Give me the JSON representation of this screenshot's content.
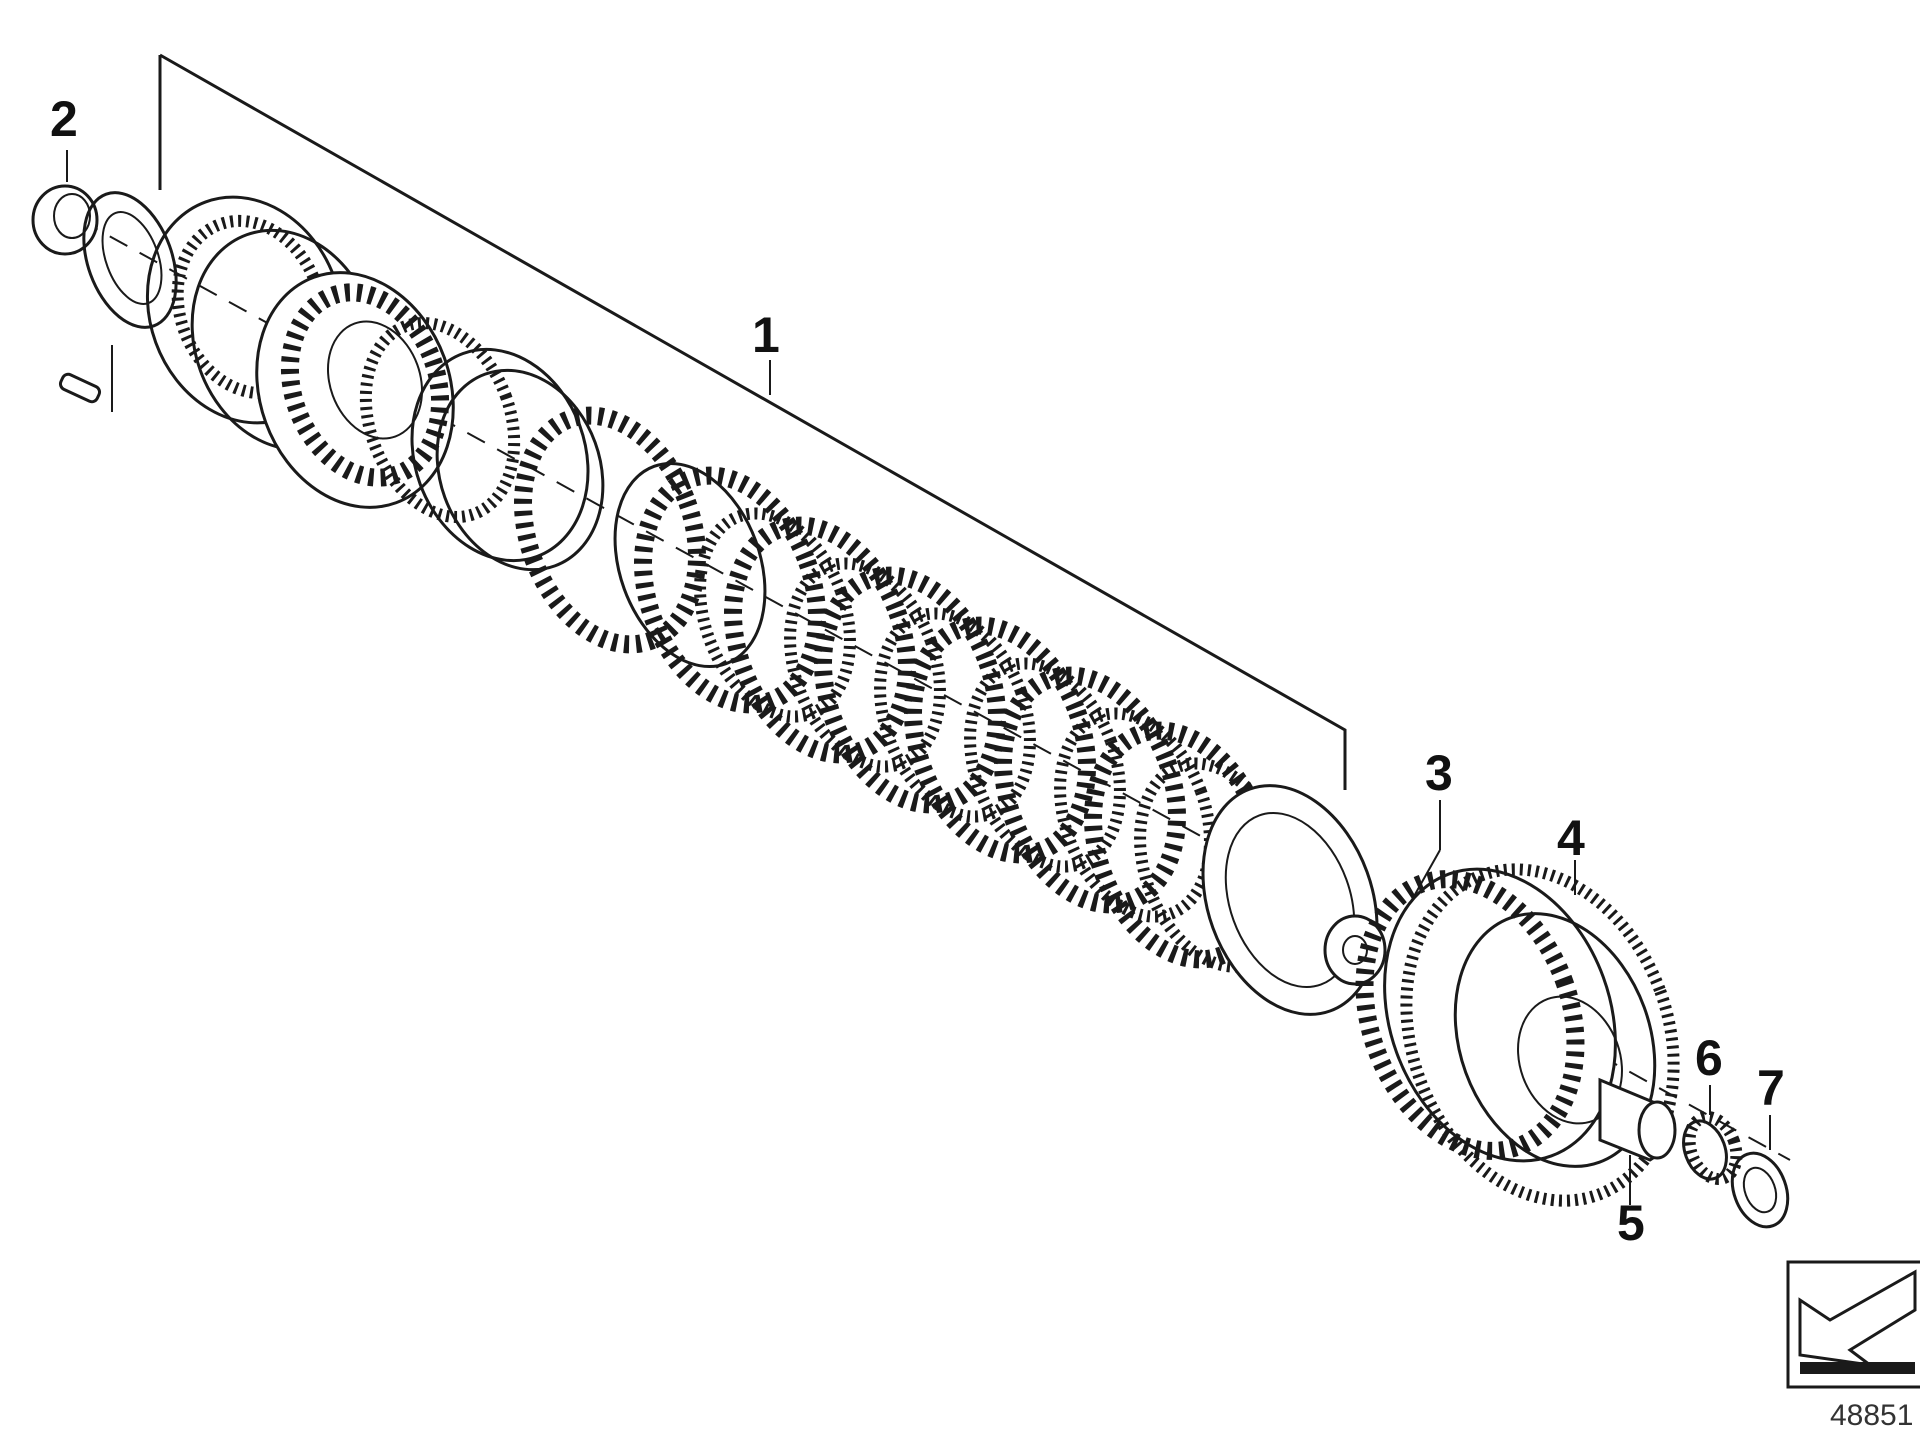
{
  "callouts": {
    "c1": "1",
    "c2": "2",
    "c3": "3",
    "c4": "4",
    "c5": "5",
    "c6": "6",
    "c7": "7"
  },
  "reference_number": "48851",
  "icons": {
    "direction_symbol": "view-direction-arrow-icon"
  }
}
